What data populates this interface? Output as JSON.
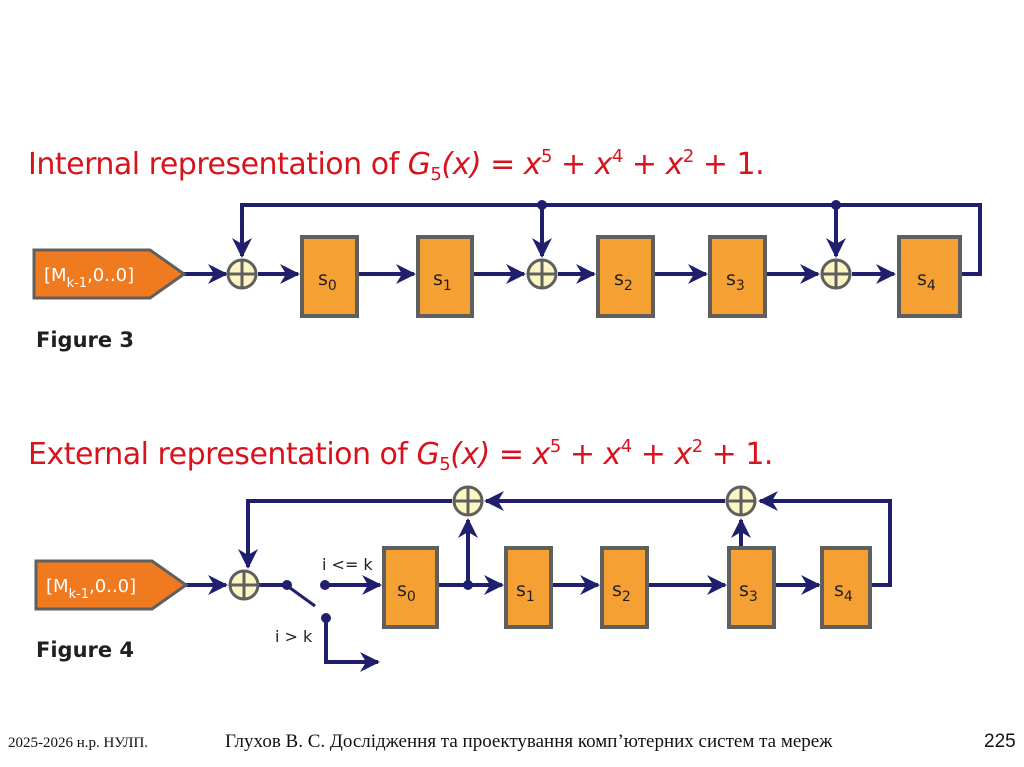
{
  "slide": {
    "figure3": {
      "title_prefix": "Internal representation of ",
      "poly_name": "G",
      "poly_sub": "5",
      "poly_arg": "(x) = x",
      "exp1": "5",
      "term2": " + x",
      "exp2": "4",
      "term3": " + x",
      "exp3": "2",
      "tail": " + 1.",
      "label": "Figure 3",
      "input": {
        "main": "[M",
        "sub": "k-1",
        "rest": ",0..0]"
      },
      "registers": [
        {
          "name": "s",
          "index": "0"
        },
        {
          "name": "s",
          "index": "1"
        },
        {
          "name": "s",
          "index": "2"
        },
        {
          "name": "s",
          "index": "3"
        },
        {
          "name": "s",
          "index": "4"
        }
      ]
    },
    "figure4": {
      "title_prefix": "External representation of ",
      "poly_name": "G",
      "poly_sub": "5",
      "poly_arg": "(x) = x",
      "exp1": "5",
      "term2": " + x",
      "exp2": "4",
      "term3": " + x",
      "exp3": "2",
      "tail": " + 1.",
      "label": "Figure 4",
      "input": {
        "main": "[M",
        "sub": "k-1",
        "rest": ",0..0]"
      },
      "switch_upper": "i <= k",
      "switch_lower": "i > k",
      "registers": [
        {
          "name": "s",
          "index": "0"
        },
        {
          "name": "s",
          "index": "1"
        },
        {
          "name": "s",
          "index": "2"
        },
        {
          "name": "s",
          "index": "3"
        },
        {
          "name": "s",
          "index": "4"
        }
      ]
    },
    "colors": {
      "title": "#d7141e",
      "wire": "#1f1f6e",
      "register_fill": "#f5a033",
      "register_border": "#5f5f5f",
      "input_fill": "#f07a20",
      "xor_fill": "#fbf6c2"
    },
    "footer": {
      "left": "2025-2026 н.р. НУЛП.",
      "center": "Глухов В. С. Дослідження та проектування комп’ютерних систем та мереж",
      "page": "225"
    }
  }
}
